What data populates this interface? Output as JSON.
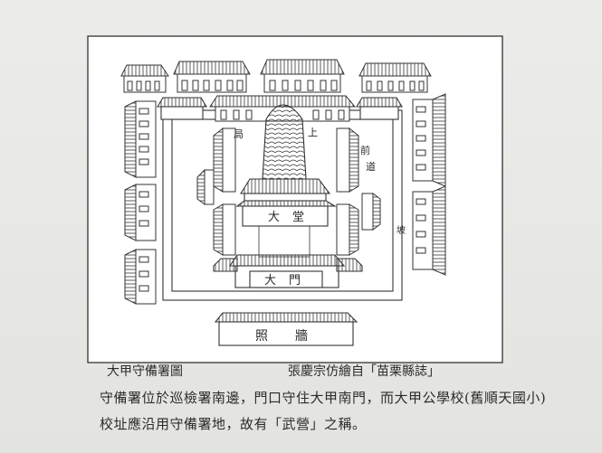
{
  "diagram": {
    "labels": {
      "back_hall": "上",
      "side_text_1": "局",
      "side_text_2": "前",
      "side_text_3": "道",
      "side_text_4": "坡",
      "main_hall": "大堂",
      "main_gate": "大門",
      "screen_wall": "照牆"
    }
  },
  "caption": {
    "title": "大甲守備署圖",
    "source": "張慶宗仿繪自「苗栗縣誌」",
    "body_line1": "守備署位於巡檢署南邊，門口守住大甲南門，而大甲公學校(舊順天國小)",
    "body_line2": "校址應沿用守備署地，故有「武營」之稱。"
  }
}
